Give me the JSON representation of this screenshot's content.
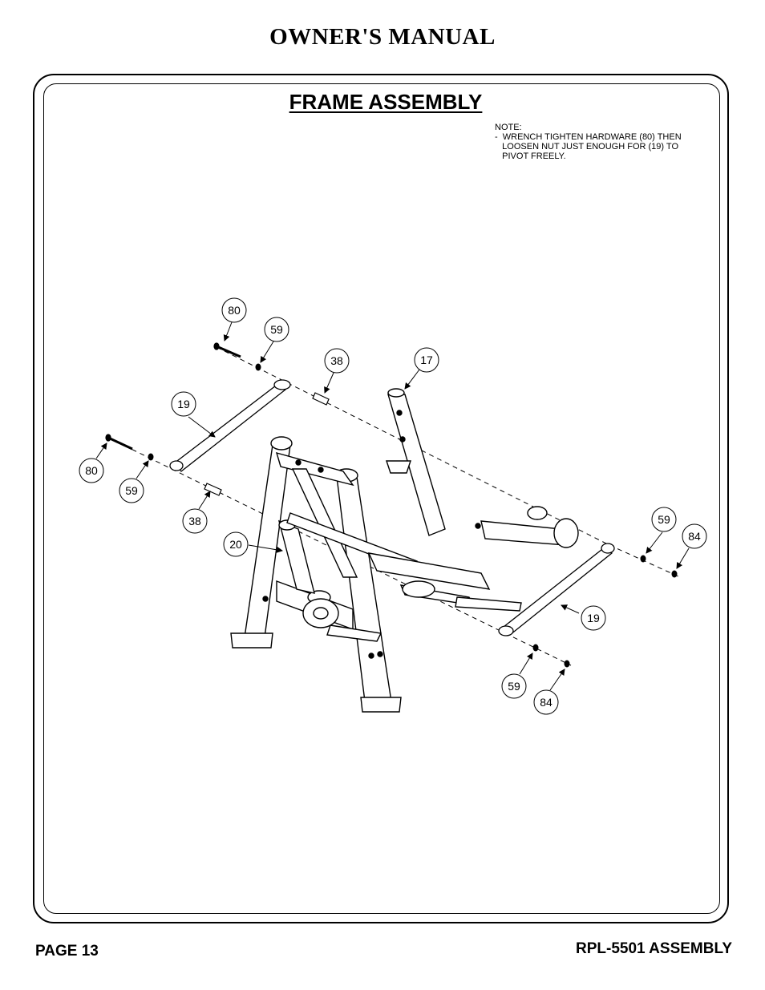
{
  "header": {
    "title": "OWNER'S MANUAL"
  },
  "section": {
    "title": "FRAME ASSEMBLY"
  },
  "note": {
    "label": "NOTE:",
    "line1": "-  WRENCH TIGHTEN HARDWARE (80) THEN",
    "line2": "   LOOSEN NUT JUST ENOUGH FOR (19) TO",
    "line3": "   PIVOT FREELY."
  },
  "callouts": {
    "c80a": "80",
    "c59a": "59",
    "c38a": "38",
    "c17": "17",
    "c19a": "19",
    "c80b": "80",
    "c59b": "59",
    "c38b": "38",
    "c20": "20",
    "c59c": "59",
    "c84a": "84",
    "c19b": "19",
    "c59d": "59",
    "c84b": "84"
  },
  "footer": {
    "page": "PAGE 13",
    "doc": "RPL-5501 ASSEMBLY"
  }
}
